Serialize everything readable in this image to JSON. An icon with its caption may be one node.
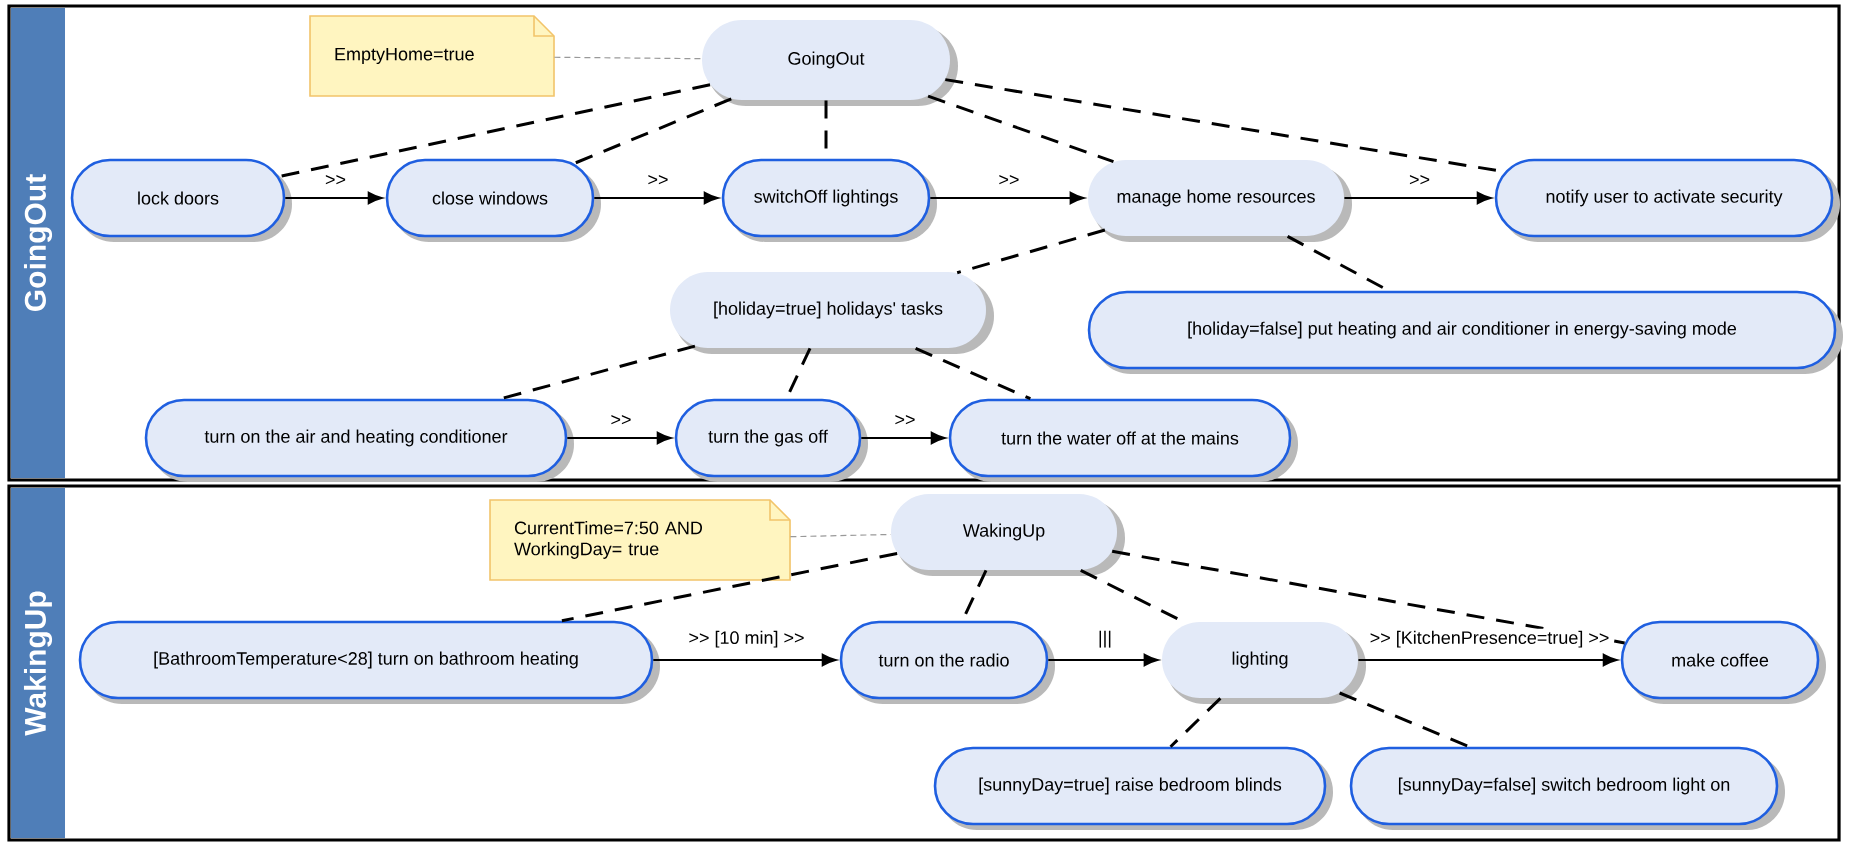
{
  "diagram": {
    "nodes": [
      {
        "text": [
          "GoingOut"
        ]
      },
      {
        "text": [
          "EmptyHome=true"
        ],
        "in": 0
      },
      {
        "text": [
          "GoingOut"
        ],
        "in": 0
      },
      {
        "text": [
          "lock doors"
        ],
        "in": 0
      },
      {
        "text": [
          "close windows"
        ],
        "in": 0
      },
      {
        "text": [
          "switchOff lightings"
        ],
        "in": 0
      },
      {
        "text": [
          "manage home resources"
        ],
        "in": 0
      },
      {
        "text": [
          "notify user to activate security"
        ],
        "in": 0
      },
      {
        "text": [
          "[holiday=true] holidays' tasks"
        ],
        "in": 0
      },
      {
        "text": [
          "[holiday=false] put heating and air conditioner in energy-saving mode"
        ],
        "in": 0
      },
      {
        "text": [
          "turn on the air and heating conditioner"
        ],
        "in": 0
      },
      {
        "text": [
          "turn the gas off"
        ],
        "in": 0
      },
      {
        "text": [
          "turn the water off at the mains"
        ],
        "in": 0
      },
      {
        "text": [
          "WakingUp"
        ]
      },
      {
        "text": [
          "CurrentTime=7:50 AND WorkingDay= true"
        ],
        "in": 13
      },
      {
        "text": [
          "WakingUp"
        ],
        "in": 13
      },
      {
        "text": [
          "[BathroomTemperature<28] turn on bathroom heating"
        ],
        "in": 13
      },
      {
        "text": [
          "turn on the radio"
        ],
        "in": 13
      },
      {
        "text": [
          "lighting"
        ],
        "in": 13
      },
      {
        "text": [
          "make coffee"
        ],
        "in": 13
      },
      {
        "text": [
          "[sunnyDay=true] raise bedroom blinds"
        ],
        "in": 13
      },
      {
        "text": [
          "[sunnyDay=false] switch bedroom light on"
        ],
        "in": 13
      }
    ],
    "edges": [
      {
        "from": 1,
        "to": 2,
        "arrow": "none",
        "style": "dashed",
        "color": "#999999"
      },
      {
        "from": 2,
        "to": 3,
        "arrow": "none",
        "style": "dashed"
      },
      {
        "from": 2,
        "to": 4,
        "arrow": "none",
        "style": "dashed"
      },
      {
        "from": 2,
        "to": 5,
        "arrow": "none",
        "style": "dashed"
      },
      {
        "from": 2,
        "to": 6,
        "arrow": "none",
        "style": "dashed"
      },
      {
        "from": 2,
        "to": 7,
        "arrow": "none",
        "style": "dashed"
      },
      {
        "from": 3,
        "to": 4,
        "arrow": "to",
        "label": ">>"
      },
      {
        "from": 4,
        "to": 5,
        "arrow": "to",
        "label": ">>"
      },
      {
        "from": 5,
        "to": 6,
        "arrow": "to",
        "label": ">>"
      },
      {
        "from": 6,
        "to": 7,
        "arrow": "to",
        "label": ">>"
      },
      {
        "from": 6,
        "to": 8,
        "arrow": "none",
        "style": "dashed"
      },
      {
        "from": 6,
        "to": 9,
        "arrow": "none",
        "style": "dashed"
      },
      {
        "from": 8,
        "to": 10,
        "arrow": "none",
        "style": "dashed"
      },
      {
        "from": 8,
        "to": 11,
        "arrow": "none",
        "style": "dashed"
      },
      {
        "from": 8,
        "to": 12,
        "arrow": "none",
        "style": "dashed"
      },
      {
        "from": 10,
        "to": 11,
        "arrow": "to",
        "label": ">>"
      },
      {
        "from": 11,
        "to": 12,
        "arrow": "to",
        "label": ">>"
      },
      {
        "from": 14,
        "to": 15,
        "arrow": "none",
        "style": "dashed",
        "color": "#999999"
      },
      {
        "from": 15,
        "to": 16,
        "arrow": "none",
        "style": "dashed"
      },
      {
        "from": 15,
        "to": 17,
        "arrow": "none",
        "style": "dashed"
      },
      {
        "from": 15,
        "to": 18,
        "arrow": "none",
        "style": "dashed"
      },
      {
        "from": 15,
        "to": 19,
        "arrow": "none",
        "style": "dashed"
      },
      {
        "from": 16,
        "to": 17,
        "arrow": "to",
        "label": ">> [10 min] >>"
      },
      {
        "from": 17,
        "to": 18,
        "arrow": "to",
        "label": "|||"
      },
      {
        "from": 18,
        "to": 19,
        "arrow": "to",
        "label": ">> [KitchenPresence=true] >>"
      },
      {
        "from": 18,
        "to": 20,
        "arrow": "none",
        "style": "dashed"
      },
      {
        "from": 18,
        "to": 21,
        "arrow": "none",
        "style": "dashed"
      }
    ]
  }
}
